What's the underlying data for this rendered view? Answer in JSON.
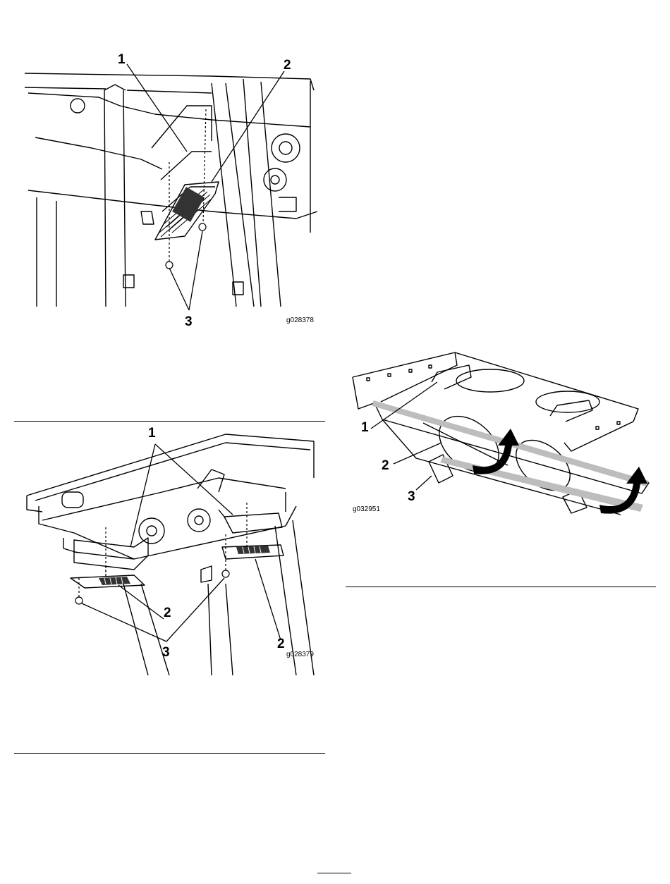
{
  "figure_top": {
    "id": "g028378",
    "callouts": [
      "1",
      "2",
      "3"
    ]
  },
  "figure_bottom_left": {
    "id": "g028379",
    "callouts": [
      "1",
      "2",
      "3",
      "2"
    ]
  },
  "figure_right": {
    "id": "g032951",
    "callouts": [
      "1",
      "2",
      "3"
    ]
  }
}
